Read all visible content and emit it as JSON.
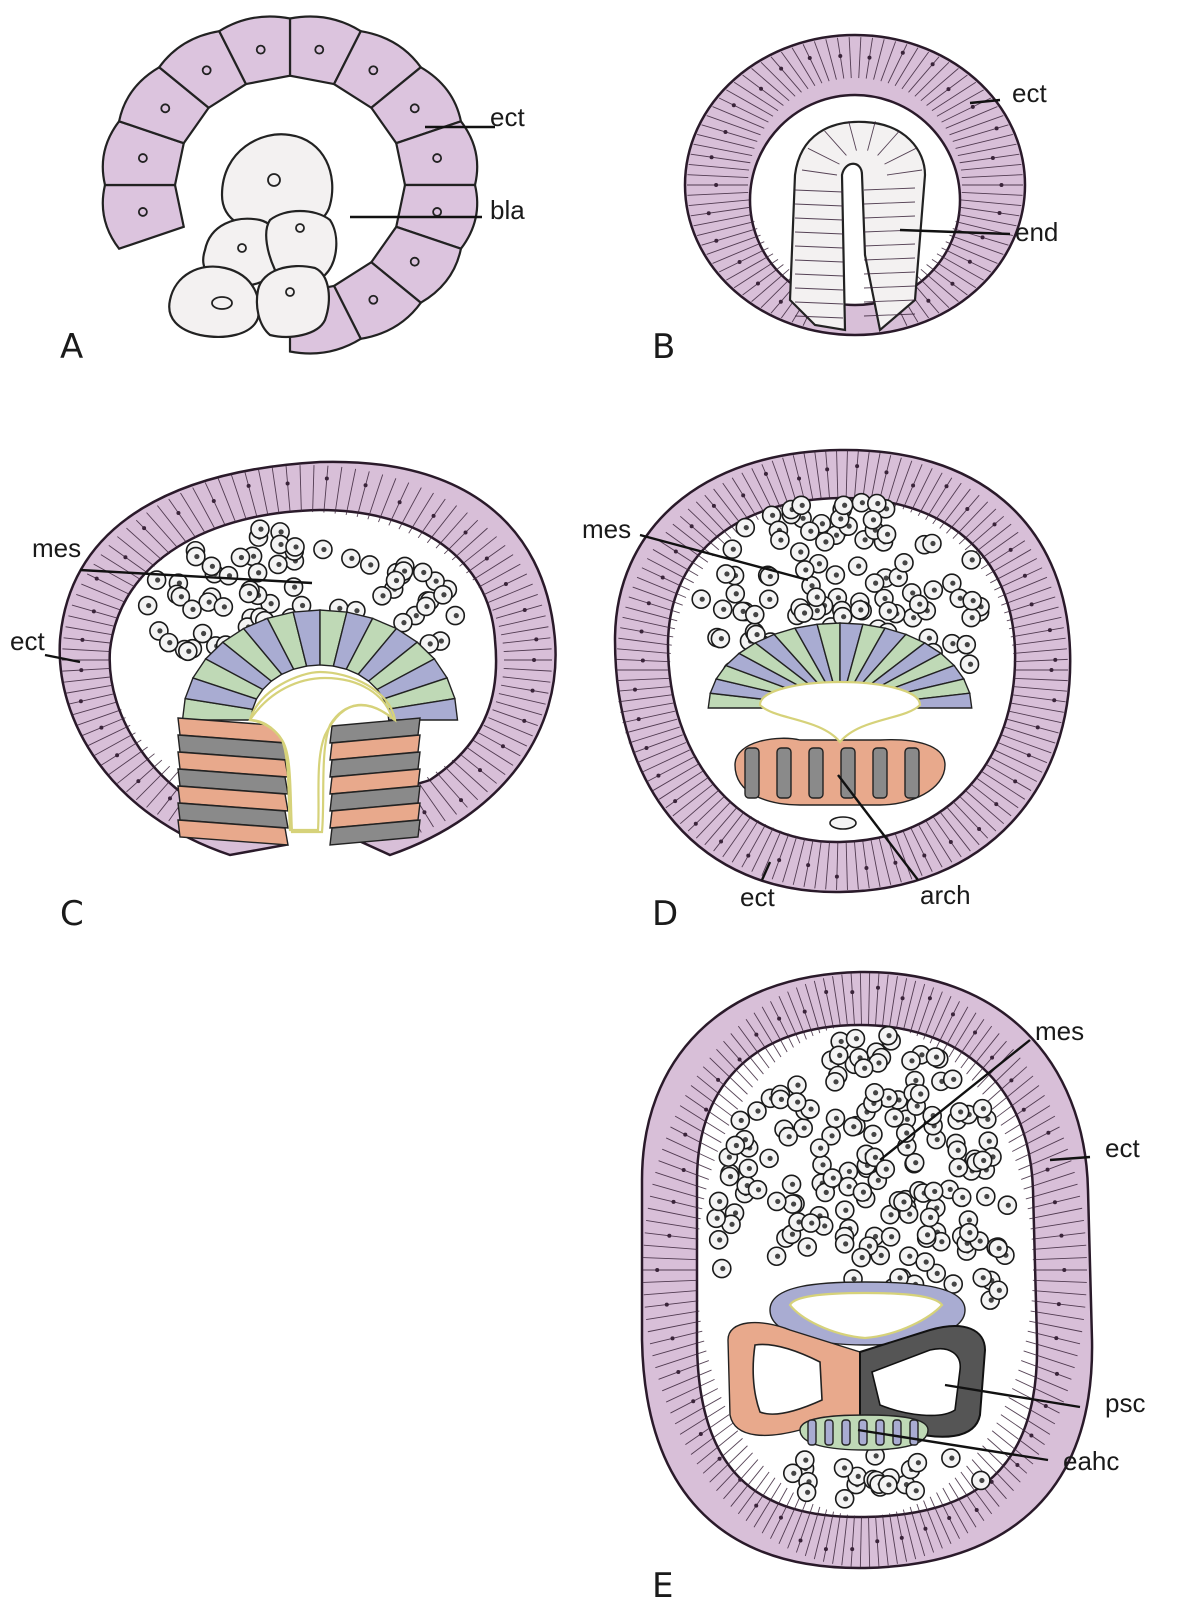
{
  "panels": [
    {
      "letter": "A",
      "labels": {
        "ect": "ect",
        "bla": "bla"
      }
    },
    {
      "letter": "B",
      "labels": {
        "ect": "ect",
        "end": "end"
      }
    },
    {
      "letter": "C",
      "labels": {
        "mes": "mes",
        "ect": "ect"
      }
    },
    {
      "letter": "D",
      "labels": {
        "mes": "mes",
        "ect": "ect",
        "arch": "arch"
      }
    },
    {
      "letter": "E",
      "labels": {
        "mes": "mes",
        "ect": "ect",
        "psc": "psc",
        "eahc": "eahc"
      }
    }
  ],
  "colors": {
    "ectoderm": "#d8bfd8",
    "endoderm_pale": "#f3f1f1",
    "green_layer": "#bfd9b6",
    "blue_layer": "#a9acd2",
    "orange_layer": "#e8a98c",
    "grey_layer": "#8a8a8a",
    "mesenchyme": "#f4f4f4"
  }
}
